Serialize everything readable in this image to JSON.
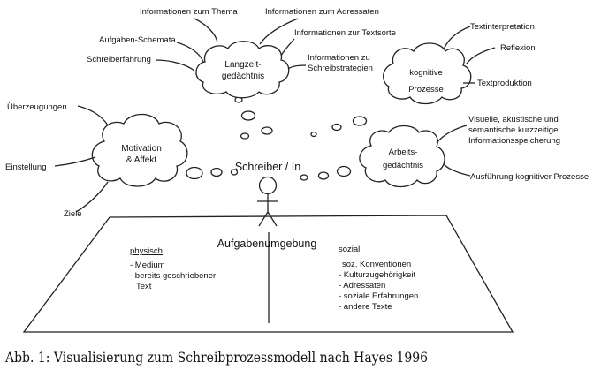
{
  "diagram": {
    "title": "Schreiber / In",
    "environment": {
      "label": "Aufgabenumgebung",
      "physical": {
        "heading": "physisch",
        "items": [
          "- Medium",
          "- bereits geschriebener",
          "Text"
        ]
      },
      "social": {
        "heading": "sozial",
        "items": [
          "soz. Konventionen",
          "- Kulturzugehörigkeit",
          "- Adressaten",
          "- soziale Erfahrungen",
          "- andere Texte"
        ]
      }
    },
    "clouds": {
      "longterm": {
        "label_lines": [
          "Langzeit-",
          "gedächtnis"
        ],
        "annotations": {
          "thema": "Informationen zum Thema",
          "adressaten": "Informationen zum Adressaten",
          "textsorte": "Informationen zur Textsorte",
          "strategien": [
            "Informationen zu",
            "Schreibstrategien"
          ],
          "schemata": "Aufgaben-Schemata",
          "erfahrung": "Schreiberfahrung"
        }
      },
      "motivation": {
        "label_lines": [
          "Motivation",
          "& Affekt"
        ],
        "annotations": {
          "ueberzeugungen": "Überzeugungen",
          "einstellung": "Einstellung",
          "ziele": "Ziele"
        }
      },
      "cognitive": {
        "label_lines": [
          "kognitive",
          "Prozesse"
        ],
        "annotations": {
          "interpretation": "Textinterpretation",
          "reflexion": "Reflexion",
          "produktion": "Textproduktion"
        }
      },
      "working": {
        "label_lines": [
          "Arbeits-",
          "gedächtnis"
        ],
        "annotations": {
          "speicherung": [
            "Visuelle, akustische und",
            "semantische kurzzeitige",
            "Informationsspeicherung"
          ],
          "ausfuehrung": "Ausführung kognitiver Prozesse"
        }
      }
    }
  },
  "caption": "Abb. 1: Visualisierung zum Schreibprozessmodell nach Hayes 1996"
}
